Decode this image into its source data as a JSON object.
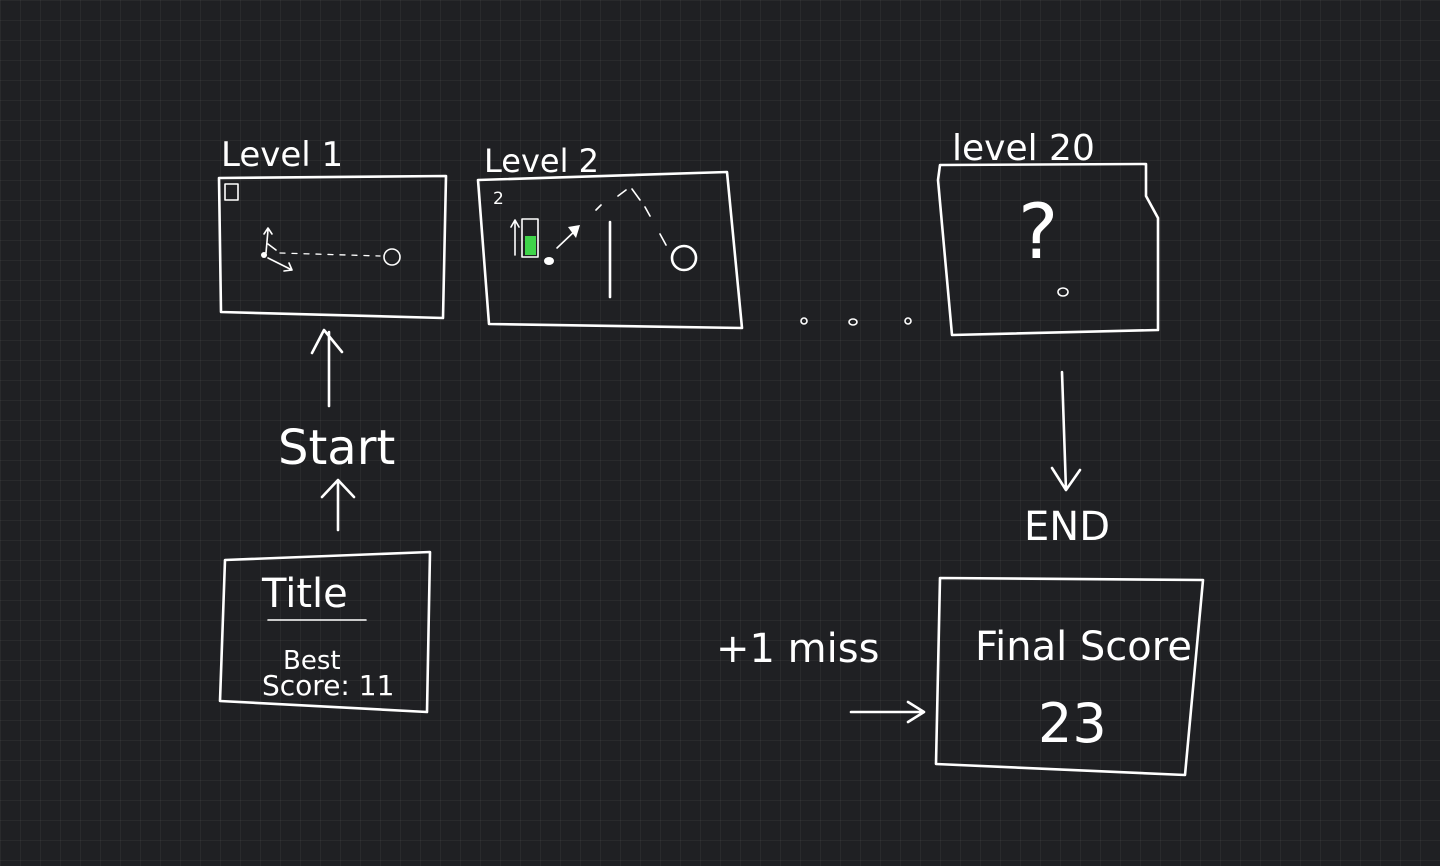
{
  "diagram": {
    "level1": {
      "label": "Level 1",
      "counter": "0"
    },
    "level2": {
      "label": "Level 2",
      "counter": "2"
    },
    "level20": {
      "label": "level 20",
      "symbol": "?"
    },
    "ellipsis": "…",
    "start_label": "Start",
    "title_box": {
      "title": "Title",
      "best_line1": "Best",
      "best_line2": "Score: 11"
    },
    "end_label": "END",
    "miss_label": "+1 miss",
    "final_box": {
      "title": "Final Score",
      "value": "23"
    },
    "colors": {
      "background": "#1f2023",
      "ink": "#ffffff",
      "accent_green": "#3fd44a"
    }
  }
}
